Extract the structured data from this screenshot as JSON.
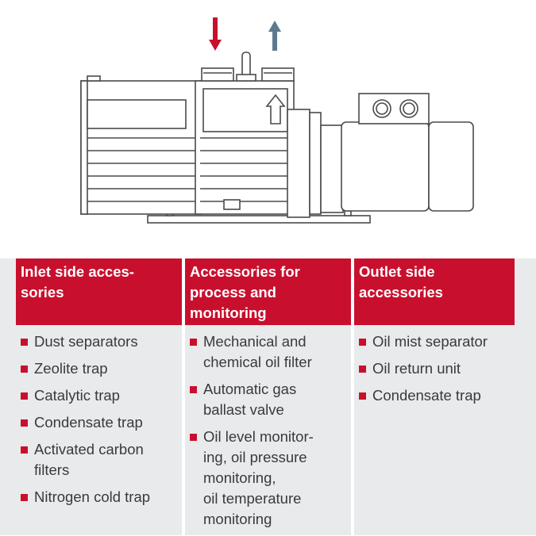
{
  "colors": {
    "accent": "#c8102e",
    "inlet_arrow": "#c8102e",
    "outlet_arrow": "#5b7a8e",
    "table_bg": "#e9eaeb",
    "text": "#3a3a3a"
  },
  "illustration": {
    "icons": [
      "inlet-arrow-icon",
      "outlet-arrow-icon",
      "vacuum-pump-icon"
    ]
  },
  "columns": [
    {
      "header": "Inlet side acces-\nsories",
      "items": [
        "Dust separators",
        "Zeolite trap",
        "Catalytic trap",
        "Condensate trap",
        "Activated carbon\nfilters",
        "Nitrogen cold trap"
      ]
    },
    {
      "header": "Accessories for\nprocess and\nmonitoring",
      "items": [
        "Mechanical and\nchemical oil filter",
        "Automatic gas\nballast valve",
        "Oil level monitor-\ning, oil pressure\nmonitoring,\noil temperature\nmonitoring"
      ]
    },
    {
      "header": "Outlet side\naccessories",
      "items": [
        "Oil mist separator",
        "Oil return unit",
        "Condensate trap"
      ]
    }
  ]
}
